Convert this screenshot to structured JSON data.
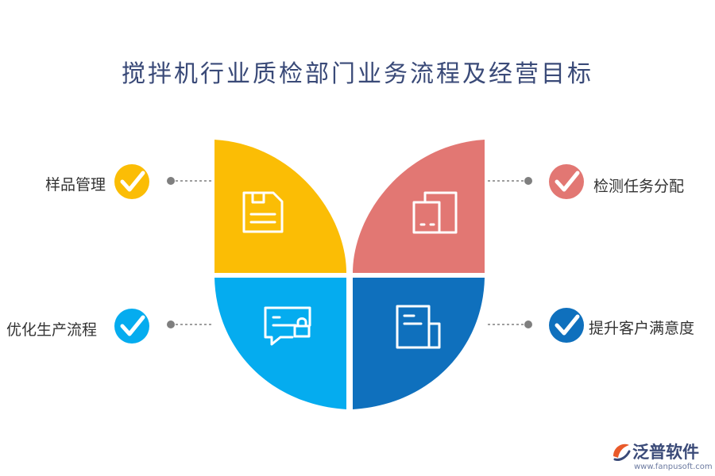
{
  "title": "搅拌机行业质检部门业务流程及经营目标",
  "items": [
    {
      "label": "样品管理",
      "color": "#fbbd05",
      "icon": "save-icon"
    },
    {
      "label": "检测任务分配",
      "color": "#e27773",
      "icon": "copy-icon"
    },
    {
      "label": "优化生产流程",
      "color": "#05acef",
      "icon": "message-lock-icon"
    },
    {
      "label": "提升客户满意度",
      "color": "#0f70bd",
      "icon": "document-icon"
    }
  ],
  "colors": {
    "connector": "#7f7f7f",
    "title": "#3a4a78"
  },
  "logo": {
    "name": "泛普软件",
    "url": "www.fanpusoft.com"
  }
}
